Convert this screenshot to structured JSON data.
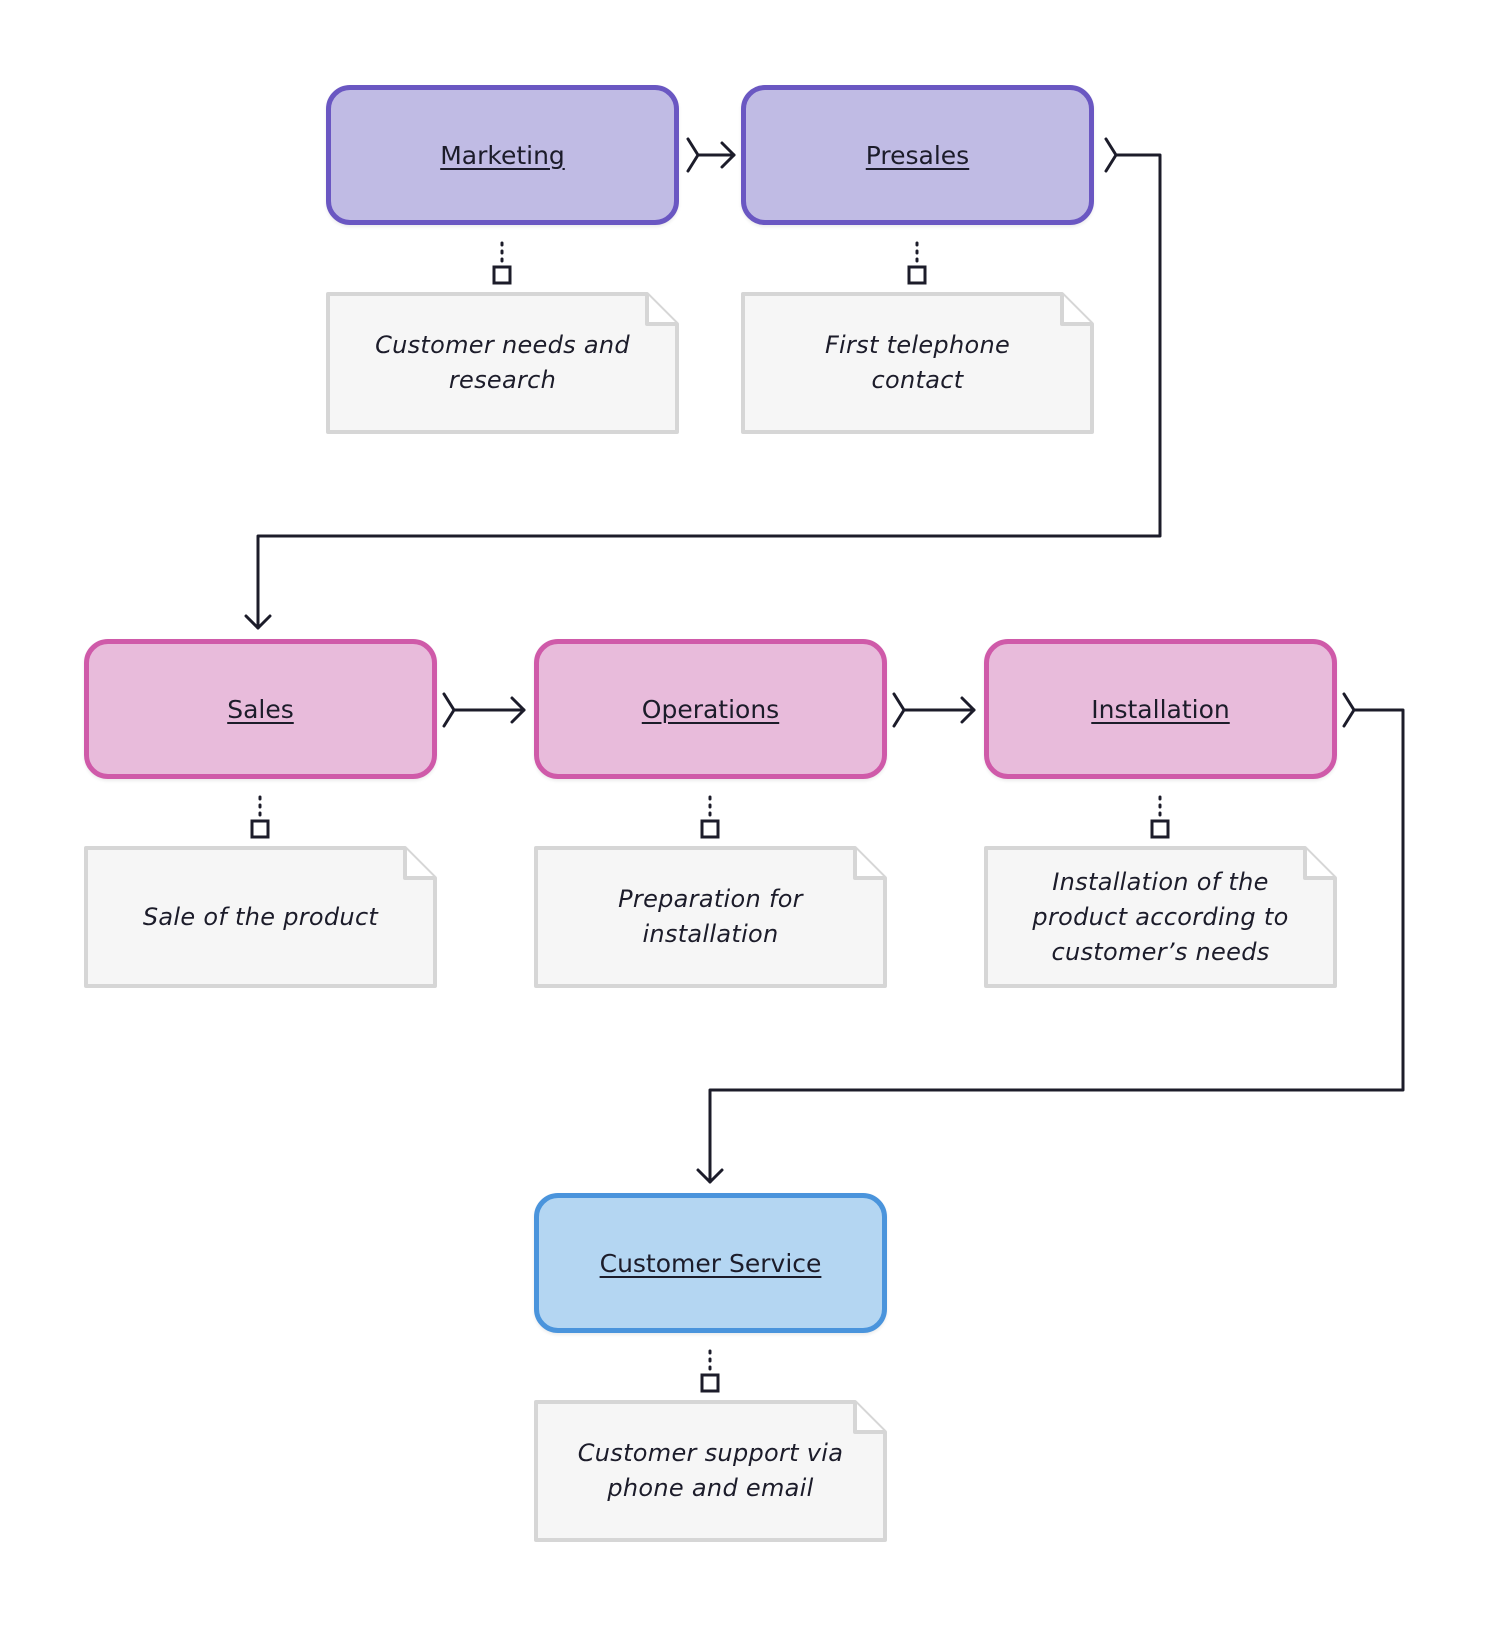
{
  "stages": [
    {
      "id": "marketing",
      "label": "Marketing",
      "note": "Customer needs and research",
      "style": "purple"
    },
    {
      "id": "presales",
      "label": "Presales",
      "note": "First telephone contact",
      "style": "purple"
    },
    {
      "id": "sales",
      "label": "Sales",
      "note": "Sale of the product",
      "style": "pink"
    },
    {
      "id": "operations",
      "label": "Operations",
      "note": "Preparation for installation",
      "style": "pink"
    },
    {
      "id": "installation",
      "label": "Installation",
      "note": "Installation of the product according to customer’s needs",
      "style": "pink"
    },
    {
      "id": "customer-service",
      "label": "Customer Service",
      "note": "Customer support via phone and email",
      "style": "blue"
    }
  ],
  "colors": {
    "purple_fill": "#c0bbe4",
    "purple_border": "#6a57c2",
    "pink_fill": "#e8bbdb",
    "pink_border": "#cf5aa9",
    "blue_fill": "#b4d6f2",
    "blue_border": "#4a94dc",
    "note_fill": "#f6f6f6",
    "note_border": "#d6d6d6",
    "connector": "#1c1c2a"
  },
  "flow": [
    [
      "marketing",
      "presales"
    ],
    [
      "presales",
      "sales"
    ],
    [
      "sales",
      "operations"
    ],
    [
      "operations",
      "installation"
    ],
    [
      "installation",
      "customer-service"
    ]
  ]
}
